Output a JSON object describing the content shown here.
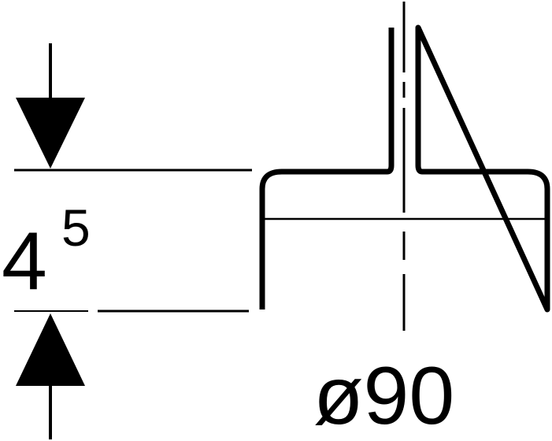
{
  "dimensions": {
    "height": {
      "value": "4",
      "superscript": "5"
    },
    "diameter": {
      "symbol": "ø",
      "value": "90"
    }
  },
  "colors": {
    "stroke": "#000000",
    "background": "#ffffff"
  }
}
